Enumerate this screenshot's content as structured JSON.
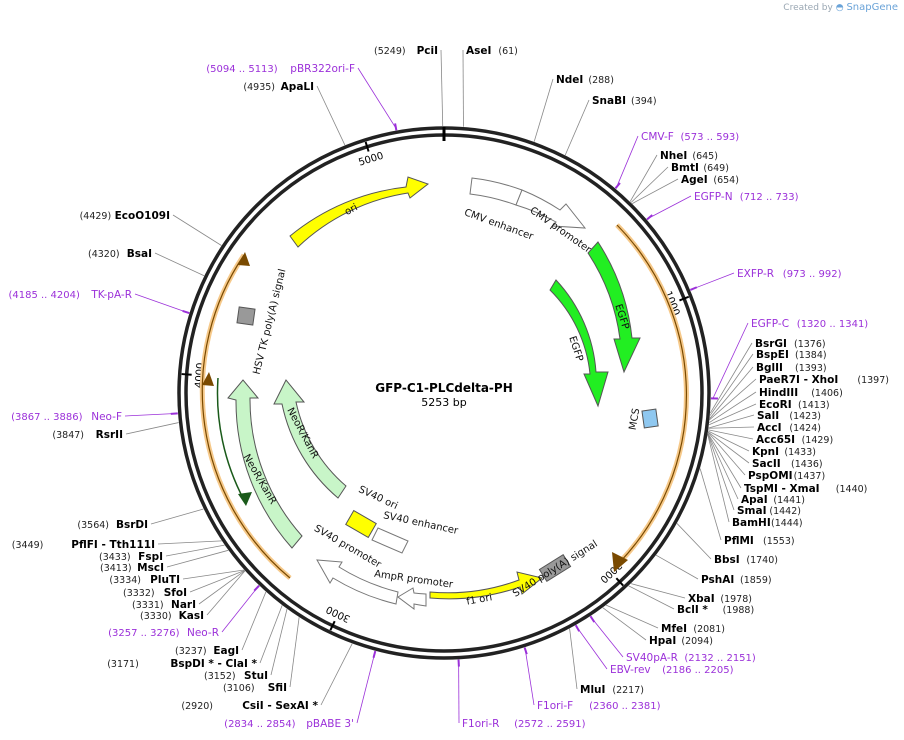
{
  "credit": {
    "prefix": "Created by",
    "brand": "SnapGene"
  },
  "plasmid": {
    "name": "GFP-C1-PLCdelta-PH",
    "size": "5253 bp",
    "length": 5253
  },
  "colors": {
    "primer": "#9b30d9",
    "ori": "#ffff00",
    "egfp": "#22ee22",
    "neo": "#c8f5c8",
    "polyA": "#999999",
    "mcs": "#8fc8f0",
    "highlight": "#f6c98a"
  },
  "ticks": [
    {
      "bp": 1000,
      "label": "1000"
    },
    {
      "bp": 2000,
      "label": "2000"
    },
    {
      "bp": 3000,
      "label": "3000"
    },
    {
      "bp": 4000,
      "label": "4000"
    },
    {
      "bp": 5000,
      "label": "5000"
    }
  ],
  "enzymes": [
    {
      "name": "PciI",
      "pos": "(5249)",
      "bp": 5249
    },
    {
      "name": "AseI",
      "pos": "(61)",
      "bp": 61
    },
    {
      "name": "NdeI",
      "pos": "(288)",
      "bp": 288
    },
    {
      "name": "SnaBI",
      "pos": "(394)",
      "bp": 394
    },
    {
      "name": "NheI",
      "pos": "(645)",
      "bp": 645
    },
    {
      "name": "BmtI",
      "pos": "(649)",
      "bp": 649
    },
    {
      "name": "AgeI",
      "pos": "(654)",
      "bp": 654
    },
    {
      "name": "BsrGI",
      "pos": "(1376)",
      "bp": 1376
    },
    {
      "name": "BspEI",
      "pos": "(1384)",
      "bp": 1384
    },
    {
      "name": "BglII",
      "pos": "(1393)",
      "bp": 1393
    },
    {
      "name": "PaeR7I  - XhoI",
      "pos": "(1397)",
      "bp": 1397
    },
    {
      "name": "HindIII",
      "pos": "(1406)",
      "bp": 1406
    },
    {
      "name": "EcoRI",
      "pos": "(1413)",
      "bp": 1413
    },
    {
      "name": "SalI",
      "pos": "(1423)",
      "bp": 1423
    },
    {
      "name": "AccI",
      "pos": "(1424)",
      "bp": 1424
    },
    {
      "name": "Acc65I",
      "pos": "(1429)",
      "bp": 1429
    },
    {
      "name": "KpnI",
      "pos": "(1433)",
      "bp": 1433
    },
    {
      "name": "SacII",
      "pos": "(1436)",
      "bp": 1436
    },
    {
      "name": "PspOMI",
      "pos": "(1437)",
      "bp": 1437
    },
    {
      "name": "TspMI  - XmaI",
      "pos": "(1440)",
      "bp": 1440
    },
    {
      "name": "ApaI",
      "pos": "(1441)",
      "bp": 1441
    },
    {
      "name": "SmaI",
      "pos": "(1442)",
      "bp": 1442
    },
    {
      "name": "BamHI",
      "pos": "(1444)",
      "bp": 1444
    },
    {
      "name": "PflMI",
      "pos": "(1553)",
      "bp": 1553
    },
    {
      "name": "BbsI",
      "pos": "(1740)",
      "bp": 1740
    },
    {
      "name": "PshAI",
      "pos": "(1859)",
      "bp": 1859
    },
    {
      "name": "XbaI",
      "pos": "(1978)",
      "bp": 1978
    },
    {
      "name": "BclI *",
      "pos": "(1988)",
      "bp": 1988
    },
    {
      "name": "MfeI",
      "pos": "(2081)",
      "bp": 2081
    },
    {
      "name": "HpaI",
      "pos": "(2094)",
      "bp": 2094
    },
    {
      "name": "MluI",
      "pos": "(2217)",
      "bp": 2217
    },
    {
      "name": "CsiI  - SexAI *",
      "pos": "(2920)",
      "bp": 2920
    },
    {
      "name": "SfiI",
      "pos": "(3106)",
      "bp": 3106
    },
    {
      "name": "StuI",
      "pos": "(3152)",
      "bp": 3152
    },
    {
      "name": "BspDI *  - ClaI *",
      "pos": "(3171)",
      "bp": 3171
    },
    {
      "name": "EagI",
      "pos": "(3237)",
      "bp": 3237
    },
    {
      "name": "KasI",
      "pos": "(3330)",
      "bp": 3330
    },
    {
      "name": "NarI",
      "pos": "(3331)",
      "bp": 3331
    },
    {
      "name": "SfoI",
      "pos": "(3332)",
      "bp": 3332
    },
    {
      "name": "PluTI",
      "pos": "(3334)",
      "bp": 3334
    },
    {
      "name": "MscI",
      "pos": "(3413)",
      "bp": 3413
    },
    {
      "name": "FspI",
      "pos": "(3433)",
      "bp": 3433
    },
    {
      "name": "PflFI  - Tth111I",
      "pos": "(3449)",
      "bp": 3449
    },
    {
      "name": "BsrDI",
      "pos": "(3564)",
      "bp": 3564
    },
    {
      "name": "RsrII",
      "pos": "(3847)",
      "bp": 3847
    },
    {
      "name": "BsaI",
      "pos": "(4320)",
      "bp": 4320
    },
    {
      "name": "EcoO109I",
      "pos": "(4429)",
      "bp": 4429
    },
    {
      "name": "ApaLI",
      "pos": "(4935)",
      "bp": 4935
    }
  ],
  "primers": [
    {
      "name": "pBR322ori-F",
      "range": "(5094 .. 5113)",
      "bp": 5103
    },
    {
      "name": "CMV-F",
      "range": "(573 .. 593)",
      "bp": 583
    },
    {
      "name": "EGFP-N",
      "range": "(712 .. 733)",
      "bp": 722
    },
    {
      "name": "EXFP-R",
      "range": "(973 .. 992)",
      "bp": 982
    },
    {
      "name": "EGFP-C",
      "range": "(1320 .. 1341)",
      "bp": 1330
    },
    {
      "name": "SV40pA-R",
      "range": "(2132 .. 2151)",
      "bp": 2141
    },
    {
      "name": "EBV-rev",
      "range": "(2186 .. 2205)",
      "bp": 2195
    },
    {
      "name": "F1ori-F",
      "range": "(2360 .. 2381)",
      "bp": 2370
    },
    {
      "name": "F1ori-R",
      "range": "(2572 .. 2591)",
      "bp": 2581
    },
    {
      "name": "pBABE 3'",
      "range": "(2834 .. 2854)",
      "bp": 2844
    },
    {
      "name": "Neo-R",
      "range": "(3257 .. 3276)",
      "bp": 3266
    },
    {
      "name": "Neo-F",
      "range": "(3867 .. 3886)",
      "bp": 3876
    },
    {
      "name": "TK-pA-R",
      "range": "(4185 .. 4204)",
      "bp": 4194
    }
  ],
  "features": [
    {
      "name": "CMV enhancer",
      "type": "enhancer"
    },
    {
      "name": "CMV promoter",
      "type": "promoter"
    },
    {
      "name": "EGFP",
      "type": "cds-outer"
    },
    {
      "name": "EGFP",
      "type": "cds-inner"
    },
    {
      "name": "MCS",
      "type": "mcs"
    },
    {
      "name": "SV40 poly(A) signal",
      "type": "polyA"
    },
    {
      "name": "f1 ori",
      "type": "ori"
    },
    {
      "name": "AmpR promoter",
      "type": "promoter"
    },
    {
      "name": "SV40 promoter",
      "type": "promoter"
    },
    {
      "name": "SV40 ori",
      "type": "ori"
    },
    {
      "name": "SV40 enhancer",
      "type": "enhancer"
    },
    {
      "name": "NeoR/KanR",
      "type": "cds-outer"
    },
    {
      "name": "NeoR/KanR",
      "type": "cds-inner"
    },
    {
      "name": "HSV TK poly(A) signal",
      "type": "polyA"
    },
    {
      "name": "ori",
      "type": "ori"
    }
  ]
}
